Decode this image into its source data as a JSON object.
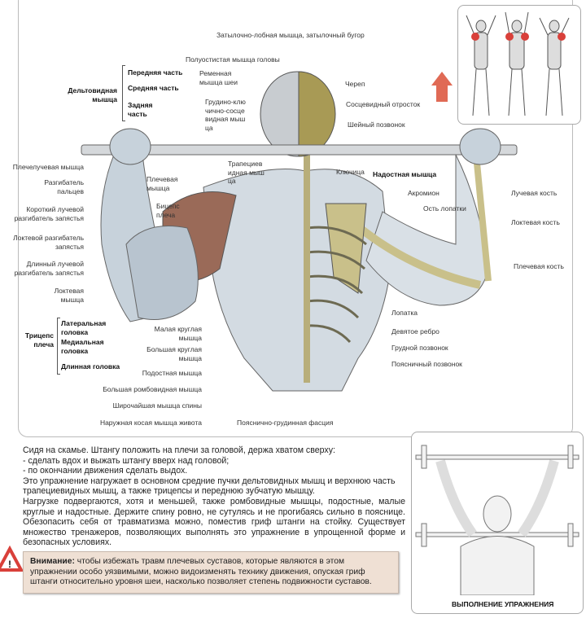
{
  "labels": {
    "deltoid": "Дельтовидная мышца",
    "deltoid_front": "Передняя часть",
    "deltoid_middle": "Средняя часть",
    "deltoid_rear": "Задняя часть",
    "brachioradialis": "Плечелучевая мышца",
    "finger_extensor": "Разгибатель пальцев",
    "ext_carpi_rad_brevis": "Короткий лучевой разгибатель запястья",
    "ext_carpi_ulnaris": "Локтевой разгибатель запястья",
    "ext_carpi_rad_longus": "Длинный лучевой разгибатель запястья",
    "anconeus": "Локтевая мышца",
    "triceps": "Трицепс плеча",
    "triceps_lateral": "Латеральная головка",
    "triceps_medial": "Медиальная головка",
    "triceps_long": "Длинная головка",
    "brachialis": "Плечевая мышца",
    "biceps": "Бицепс плеча",
    "teres_minor": "Малая круглая мышца",
    "teres_major": "Большая круглая мышца",
    "infraspinatus": "Подостная мышца",
    "rhomboid_major": "Большая ромбовидная мышца",
    "latissimus": "Широчайшая мышца спины",
    "ext_oblique": "Наружная косая мышца живота",
    "thoracolumbar_fascia": "Пояснично-грудинная фасция",
    "occipitofrontalis": "Затылочно-лобная мышца, затылочный бугор",
    "semispinalis": "Полуостистая мышца головы",
    "splenius": "Ременная мышца шеи",
    "sternocleidomastoid": "Грудино-ключично-сосцевидная мышца",
    "skull": "Череп",
    "mastoid": "Сосцевидный отросток",
    "cervical_vertebra": "Шейный позвонок",
    "trapezius": "Трапециевидная мышца",
    "clavicle": "Ключица",
    "supraspinatus": "Надостная мышца",
    "acromion": "Акромион",
    "scapular_spine": "Ость лопатки",
    "radius": "Лучевая кость",
    "ulna": "Локтевая кость",
    "humerus": "Плечевая кость",
    "scapula": "Лопатка",
    "ninth_rib": "Девятое ребро",
    "thoracic_vertebra": "Грудной позвонок",
    "lumbar_vertebra": "Поясничный позвонок"
  },
  "description": {
    "lines": [
      "Сидя на скамье. Штангу положить на плечи за головой, держа хватом сверху:",
      "-  сделать вдох и выжать штангу вверх над головой;",
      "-  по окончании движения сделать выдох.",
      "Это упражнение нагружает в основном средние пучки дельтовидных мышц и верхнюю часть трапециевидных мышц, а также трицепсы и переднюю зубчатую мышцу.",
      "Нагрузке подвергаются, хотя и меньшей, также ромбовидные мышцы, подостные, малые круглые и надостные. Держите спину ровно, не сутулясь и не прогибаясь сильно в пояснице. Обезопасить себя от травматизма можно, поместив гриф штанги на стойку. Существует множество тренажеров, позволяющих выполнять это упражнение в упрощенной форме и безопасных условиях."
    ]
  },
  "warning": {
    "title": "Внимание:",
    "text": " чтобы избежать травм плечевых суставов, которые являются в этом упражнении особо уязвимыми, можно видоизменять технику движения, опуская гриф штанги относительно уровня шеи, насколько позволяет степень подвижности суставов.",
    "icon": "warning-triangle-icon",
    "color": "#d9403a"
  },
  "exercise_caption": "ВЫПОЛНЕНИЕ УПРАЖНЕНИЯ",
  "colors": {
    "muscle": "#8a5a4a",
    "bone": "#c9c08a",
    "arrow": "#e06a55"
  }
}
